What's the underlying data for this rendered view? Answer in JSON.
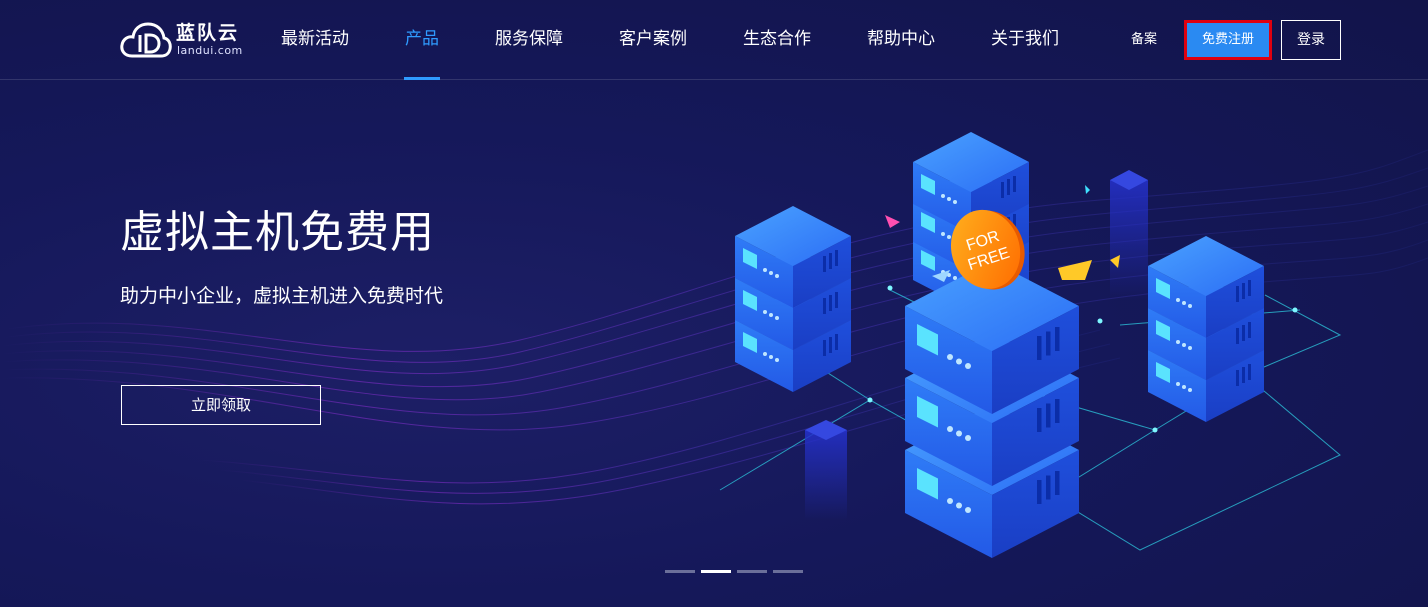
{
  "header": {
    "brand": "蓝队云",
    "domain": "landui.com",
    "nav": [
      {
        "label": "最新活动"
      },
      {
        "label": "产品"
      },
      {
        "label": "服务保障"
      },
      {
        "label": "客户案例"
      },
      {
        "label": "生态合作"
      },
      {
        "label": "帮助中心"
      },
      {
        "label": "关于我们"
      }
    ],
    "active_nav": "产品",
    "record_label": "备案",
    "register_label": "免费注册",
    "login_label": "登录"
  },
  "hero": {
    "title": "虚拟主机免费用",
    "subtitle": "助力中小企业，虚拟主机进入免费时代",
    "cta_label": "立即领取",
    "badge_line1": "FOR",
    "badge_line2": "FREE"
  },
  "carousel": {
    "slide_count": 4,
    "active_index": 1
  },
  "colors": {
    "background": "#13164a",
    "accent": "#2f9bff",
    "register_bg": "#2a8af2",
    "highlight_border": "#e0000f",
    "badge": "#ff8a00"
  },
  "icons": [
    "cloud-logo-icon",
    "server-stack-icon",
    "for-free-badge-icon"
  ]
}
